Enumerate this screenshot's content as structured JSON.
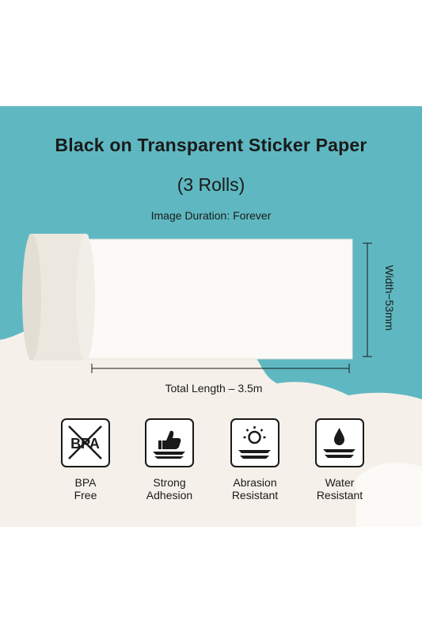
{
  "title": "Black on Transparent Sticker Paper",
  "subtitle": "(3 Rolls)",
  "duration": "Image Duration: Forever",
  "dimensions": {
    "width": "Width−53mm",
    "length": "Total Length – 3.5m"
  },
  "features": [
    {
      "icon": "bpa-free-icon",
      "line1": "BPA",
      "line2": "Free",
      "icon_text": "BPA"
    },
    {
      "icon": "thumbs-up-icon",
      "line1": "Strong",
      "line2": "Adhesion"
    },
    {
      "icon": "sun-icon",
      "line1": "Abrasion",
      "line2": "Resistant"
    },
    {
      "icon": "water-drop-icon",
      "line1": "Water",
      "line2": "Resistant"
    }
  ],
  "colors": {
    "panel": "#5fb8c1",
    "cloud": "#f5f1ea",
    "text": "#1a1a1a"
  }
}
